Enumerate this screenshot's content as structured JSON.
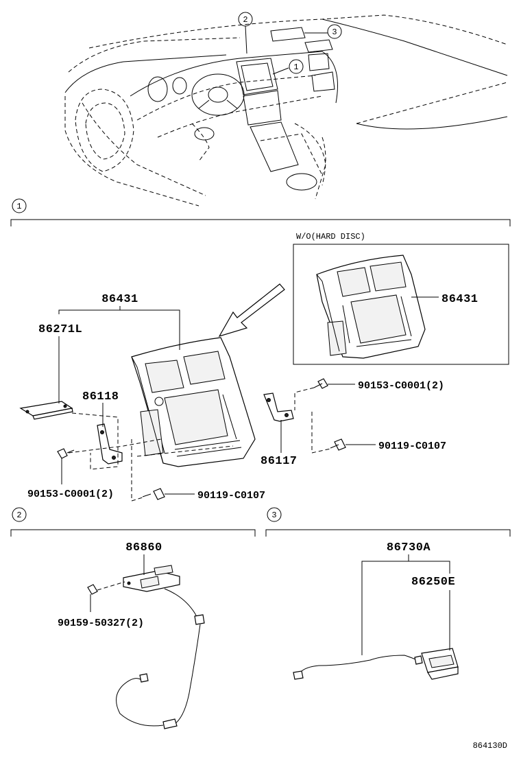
{
  "callouts": {
    "c1": "1",
    "c2": "2",
    "c3": "3"
  },
  "sections": [
    {
      "number": "1"
    },
    {
      "number": "2"
    },
    {
      "number": "3"
    }
  ],
  "section1": {
    "inset_note": "W/O(HARD DISC)",
    "inset_part": "86431",
    "parts": {
      "assembly": "86431",
      "panel": "86271L",
      "bracket_left": "86118",
      "bracket_right": "86117",
      "screw_top_right": "90153-C0001(2)",
      "bolt_right": "90119-C0107",
      "screw_left": "90153-C0001(2)",
      "bolt_bottom": "90119-C0107"
    }
  },
  "section2": {
    "parts": {
      "antenna": "86860",
      "screw": "90159-50327(2)"
    }
  },
  "section3": {
    "parts": {
      "assembly": "86730A",
      "jack": "86250E"
    }
  },
  "figure_code": "864130D"
}
